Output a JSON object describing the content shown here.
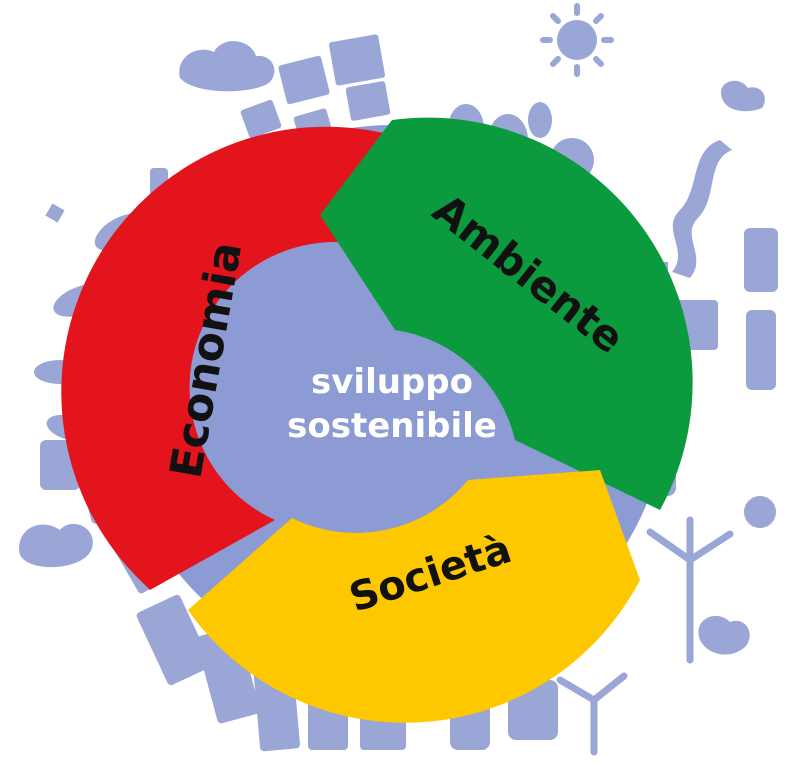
{
  "colors": {
    "background": "#ffffff",
    "silhouette": "#9aa6d6",
    "hub": "#8c9bd4",
    "economia": "#e3141c",
    "ambiente": "#0b9a3d",
    "societa": "#fdc800",
    "label_text": "#111111",
    "center_text": "#ffffff"
  },
  "diagram": {
    "center": {
      "line1": "sviluppo",
      "line2": "sostenibile"
    },
    "segments": [
      {
        "id": "economia",
        "label": "Economia"
      },
      {
        "id": "ambiente",
        "label": "Ambiente"
      },
      {
        "id": "societa",
        "label": "Società"
      }
    ]
  },
  "decorations": [
    "sun-icon",
    "cloud-icon",
    "solar-panel-icon",
    "tree-icon",
    "wind-turbine-icon",
    "building-icon",
    "river-icon",
    "factory-icon"
  ]
}
